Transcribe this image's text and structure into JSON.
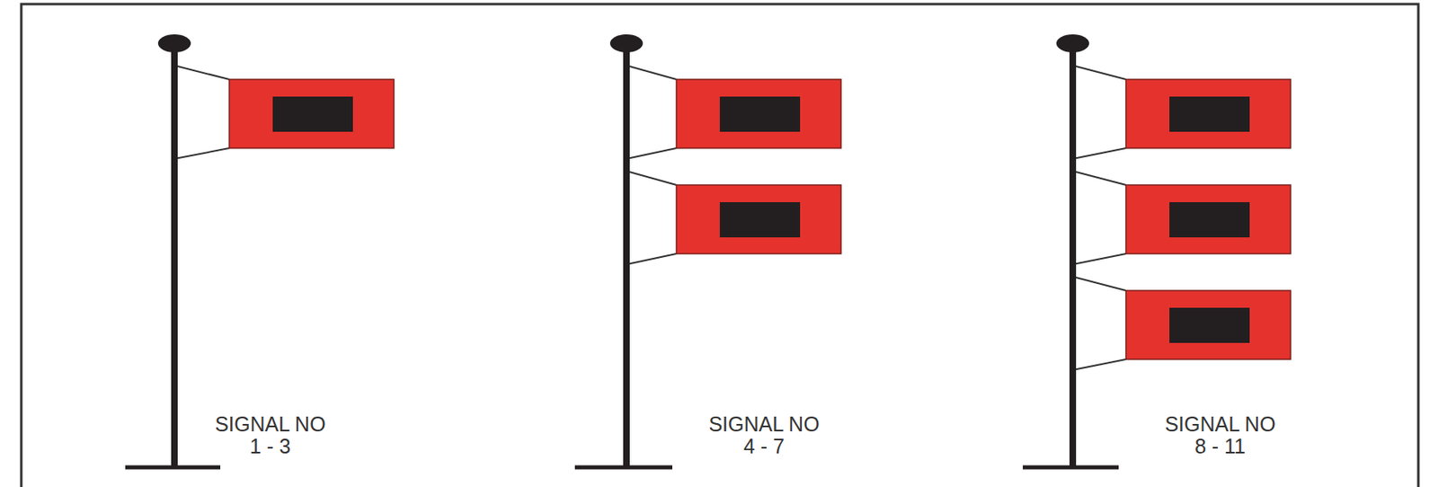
{
  "diagram": {
    "labels": [
      "SIGNAL NO 1 - 3",
      "SIGNAL NO 4 - 7",
      "SIGNAL NO 8 - 11"
    ]
  }
}
